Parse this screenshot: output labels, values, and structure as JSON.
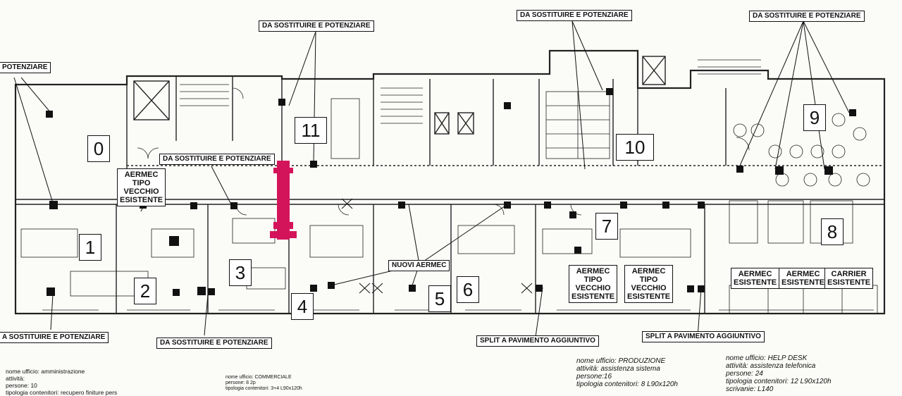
{
  "labels": {
    "sostituire": "DA SOSTITUIRE E POTENZIARE",
    "sostituire_cut": "POTENZIARE",
    "sostituire_cut_left": "A SOSTITUIRE E POTENZIARE",
    "aermec_vecchio": [
      "AERMEC",
      "TIPO",
      "VECCHIO",
      "ESISTENTE"
    ],
    "nuovi_aermec": "NUOVI AERMEC",
    "split": "SPLIT A PAVIMENTO AGGIUNTIVO",
    "aermec_esistente": [
      "AERMEC",
      "ESISTENTE"
    ],
    "carrier_esistente": [
      "CARRIER",
      "ESISTENTE"
    ]
  },
  "room_numbers": [
    "0",
    "1",
    "2",
    "3",
    "4",
    "5",
    "6",
    "7",
    "8",
    "9",
    "10",
    "11"
  ],
  "info_blocks": {
    "amministrazione": [
      "nome ufficio: amministrazione",
      "attività:",
      "persone: 10",
      "tipologia contenitori: recupero finiture pers"
    ],
    "commerciale": [
      "nome ufficio: COMMERCIALE",
      "persone: 8  2p",
      "tipologia contenitori: 3+4 L90x120h"
    ],
    "produzione": [
      "nome ufficio: PRODUZIONE",
      "attività: assistenza sistema",
      "persone:16",
      "tipologia contenitori: 8 L90x120h"
    ],
    "help_desk": [
      "nome ufficio: HELP DESK",
      "attività: assistenza telefonica",
      "persone: 24",
      "tipologia contenitori: 12 L90x120h",
      "scrivanie: L140"
    ]
  }
}
